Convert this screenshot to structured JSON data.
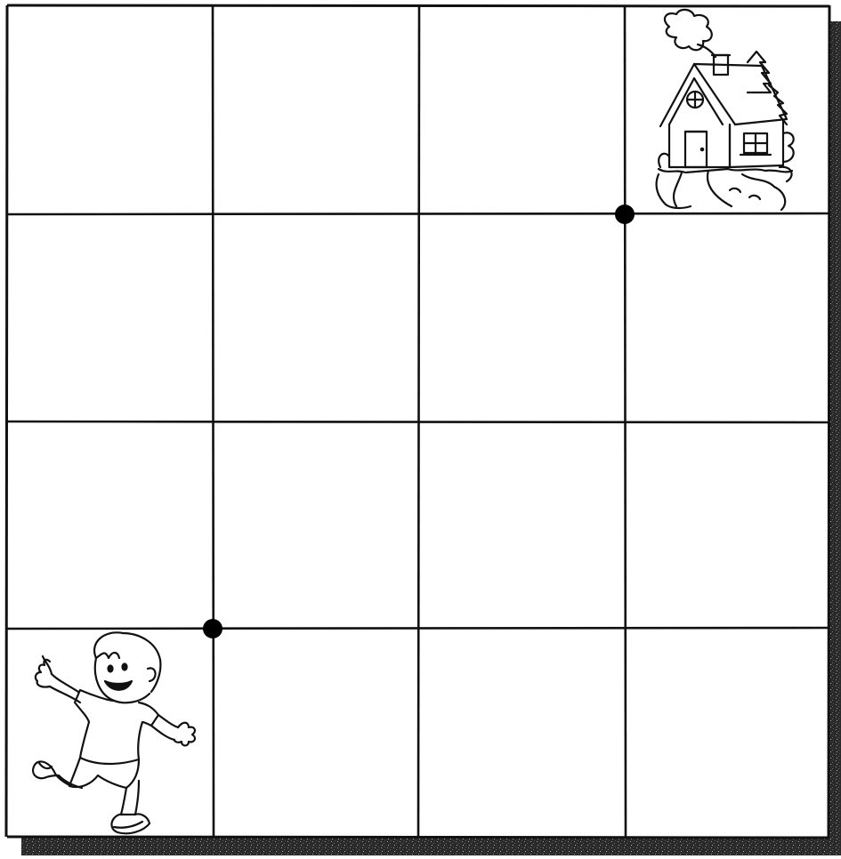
{
  "grid": {
    "rows": 4,
    "columns": 4
  },
  "markers": [
    {
      "name": "dot-near-house",
      "row": 1,
      "column": 3
    },
    {
      "name": "dot-near-boy",
      "row": 3,
      "column": 1
    }
  ],
  "pictures": {
    "house": {
      "icon": "house-icon",
      "cell_row": 0,
      "cell_column": 3
    },
    "boy": {
      "icon": "running-boy-icon",
      "cell_row": 3,
      "cell_column": 0
    }
  },
  "colors": {
    "line": "#111111",
    "dot": "#000000",
    "paper": "#ffffff",
    "shadow": "#1c1c1c"
  }
}
